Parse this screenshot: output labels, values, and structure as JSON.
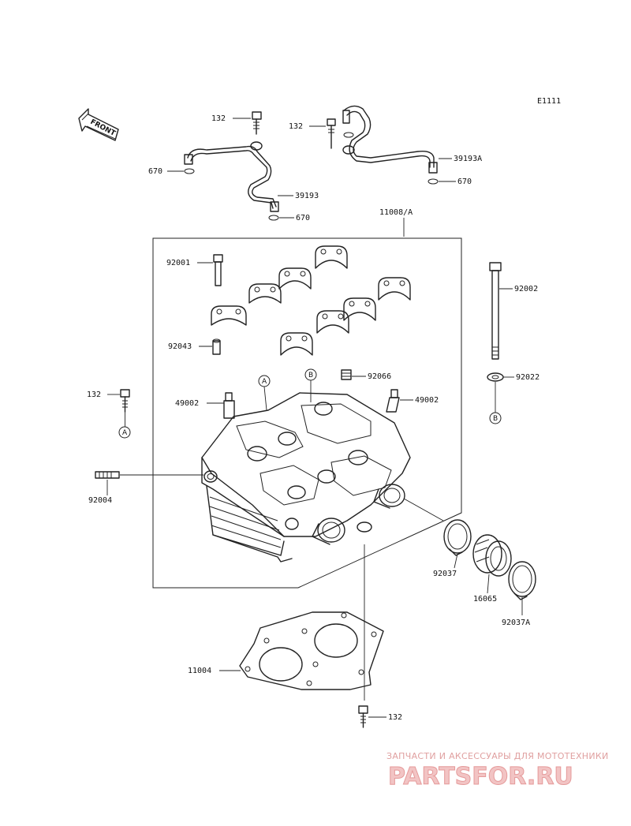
{
  "diagram_code": "E1111",
  "front_label": "FRONT",
  "watermark": {
    "tagline": "ЗАПЧАСТИ И АКСЕССУАРЫ ДЛЯ МОТОТЕХНИКИ",
    "brand": "PARTSFOR.RU"
  },
  "markers": {
    "a": "A",
    "b": "B"
  },
  "parts": {
    "bolt_top_left": "132",
    "bolt_top_right": "132",
    "oring_left": "670",
    "pipe_left": "39193",
    "oring_left_bottom": "670",
    "pipe_right": "39193A",
    "oring_right": "670",
    "head_assy": "11008/A",
    "cap_bolt": "92001",
    "dowel": "92043",
    "plug": "92066",
    "stud_bolt": "92002",
    "washer": "92022",
    "bolt_left": "132",
    "fitting_left": "49002",
    "fitting_right": "49002",
    "stud": "92004",
    "clamp": "92037",
    "holder": "16065",
    "clamp_a": "92037A",
    "gasket": "11004",
    "bolt_bottom": "132"
  }
}
